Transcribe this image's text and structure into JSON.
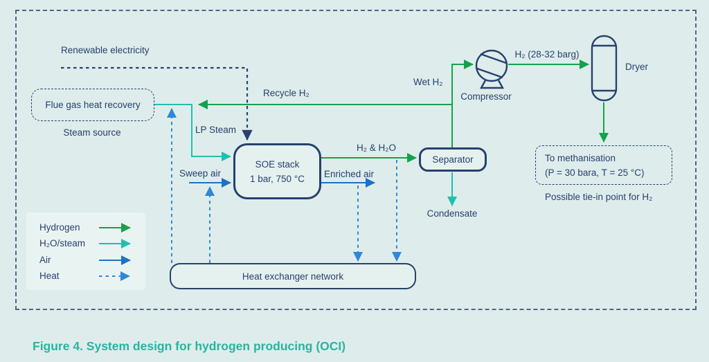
{
  "colors": {
    "background": "#deedeb",
    "ink": "#27406e",
    "hydrogen": "#14a24c",
    "steam": "#1fbfb0",
    "air": "#1c72c4",
    "heat": "#2f87d8",
    "caption": "#28b4a1",
    "legend_panel": "#e9f4f2"
  },
  "figure": {
    "labels": {
      "renewable_electricity": "Renewable electricity",
      "recycle_h2": "Recycle H₂",
      "lp_steam": "LP Steam",
      "sweep_air": "Sweep air",
      "enriched_air": "Enriched air",
      "h2_h2o": "H₂ & H₂O",
      "wet_h2": "Wet H₂",
      "compressor": "Compressor",
      "h2_pressure": "H₂ (28-32 barg)",
      "dryer": "Dryer",
      "condensate": "Condensate",
      "steam_source": "Steam source",
      "possible_tie_in": "Possible tie-in point for H₂"
    },
    "boxes": {
      "flue_gas": "Flue gas heat recovery",
      "soe": {
        "line1": "SOE stack",
        "line2": "1 bar, 750 °C"
      },
      "separator": "Separator",
      "heat_exchanger": "Heat exchanger network",
      "methanisation": {
        "line1": "To methanisation",
        "line2": "(P = 30 bara, T = 25 °C)"
      }
    },
    "legend": {
      "items": [
        {
          "label": "Hydrogen",
          "stream": "hydrogen",
          "style": "solid"
        },
        {
          "label": "H₂O/steam",
          "stream": "steam",
          "style": "solid"
        },
        {
          "label": "Air",
          "stream": "air",
          "style": "solid"
        },
        {
          "label": "Heat",
          "stream": "heat",
          "style": "dashed"
        }
      ]
    }
  },
  "caption": "Figure 4. System design for hydrogen producing (OCI)"
}
